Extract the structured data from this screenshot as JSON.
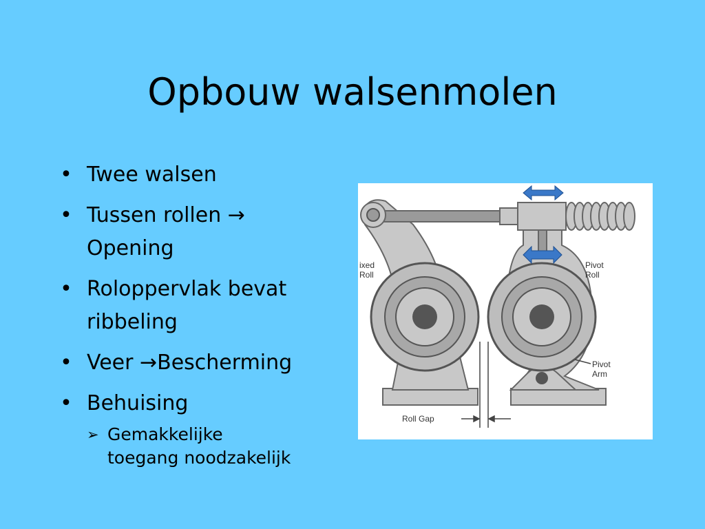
{
  "slide": {
    "title": "Opbouw walsenmolen",
    "bullets": [
      {
        "text": "Twee walsen"
      },
      {
        "text": "Tussen rollen",
        "arrow": "→",
        "line2": "Opening"
      },
      {
        "text": "Roloppervlak bevat",
        "line2": "ribbeling"
      },
      {
        "text": "Veer ",
        "arrow": "→",
        "after": "Bescherming"
      },
      {
        "text": "Behuising"
      }
    ],
    "sub_bullets": [
      {
        "line1": "Gemakkelijke",
        "line2": "toegang noodzakelijk"
      }
    ],
    "bullet_glyph": "•",
    "sub_glyph": "➢"
  },
  "figure": {
    "labels": {
      "fixed_roll_1": "ixed",
      "fixed_roll_2": "Roll",
      "pivot_roll_1": "Pivot",
      "pivot_roll_2": "Roll",
      "pivot_arm_1": "Pivot",
      "pivot_arm_2": "Arm",
      "roll_gap": "Roll Gap"
    },
    "colors": {
      "metal": "#c8c8c8",
      "metal_dark": "#9a9a9a",
      "outline": "#555555",
      "arrow_blue": "#3a78c8"
    }
  }
}
